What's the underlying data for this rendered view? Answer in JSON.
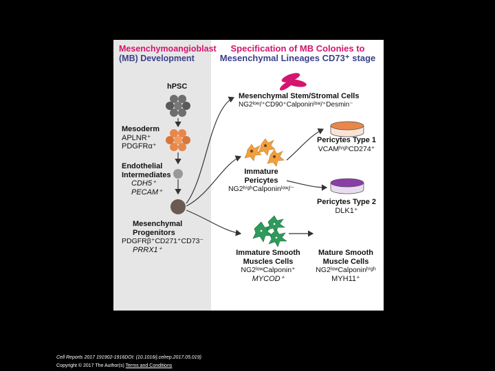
{
  "headers": {
    "left_line1": "Mesenchymoangioblast",
    "left_line2": "(MB) Development",
    "right_line1": "Specification of MB Colonies to",
    "right_line2": "Mesenchymal Lineages CD73⁺ stage"
  },
  "stages": {
    "hpsc": "hPSC",
    "mesoderm_title": "Mesoderm",
    "mesoderm_m1": "APLNR⁺",
    "mesoderm_m2": "PDGFRα⁺",
    "endo_title1": "Endothelial",
    "endo_title2": "Intermediates",
    "endo_m1": "CDH5⁺",
    "endo_m2": "PECAM⁺",
    "mp_title1": "Mesenchymal",
    "mp_title2": "Progenitors",
    "mp_m1": "PDGFRβ⁺CD271⁺CD73⁻",
    "mp_m2": "PRRX1⁺"
  },
  "lineages": {
    "msc_title": "Mesenchymal Stem/Stromal Cells",
    "msc_markers": "NG2ˡᵒʷ/⁺CD90⁺Calponinˡᵒʷ/⁺Desmin⁻",
    "imm_peri_title1": "Immature",
    "imm_peri_title2": "Pericytes",
    "imm_peri_markers": "NG2ʰⁱᵍʰCalponinˡᵒʷ/⁻",
    "peri1_title": "Pericytes Type 1",
    "peri1_markers": "VCAMʰⁱᵍʰCD274⁺",
    "peri2_title": "Pericytes Type 2",
    "peri2_markers": "DLK1⁺",
    "ismc_title1": "Immature Smooth",
    "ismc_title2": "Muscles Cells",
    "ismc_m1": "NG2ˡᵒʷCalponin⁺",
    "ismc_m2": "MYCOD⁺",
    "msmc_title1": "Mature Smooth",
    "msmc_title2": "Muscle Cells",
    "msmc_m1": "NG2ˡᵒʷCalponinʰⁱᵍʰ",
    "msmc_m2": "MYH11⁺"
  },
  "footer": {
    "citation": "Cell Reports 2017 191902-1916DOI: (10.1016/j.celrep.2017.05.019)",
    "copyright": "Copyright © 2017 The Author(s)",
    "terms_link": "Terms and Conditions"
  },
  "colors": {
    "title_magenta": "#d4146e",
    "title_navy": "#3a3f8a",
    "cell_gray": "#6e6e6e",
    "mesoderm_orange": "#e8874a",
    "pericyte_orange": "#f0a040",
    "msc_magenta": "#d4146e",
    "peri2_purple": "#8a3ea8",
    "smc_green": "#2e9b5a"
  }
}
